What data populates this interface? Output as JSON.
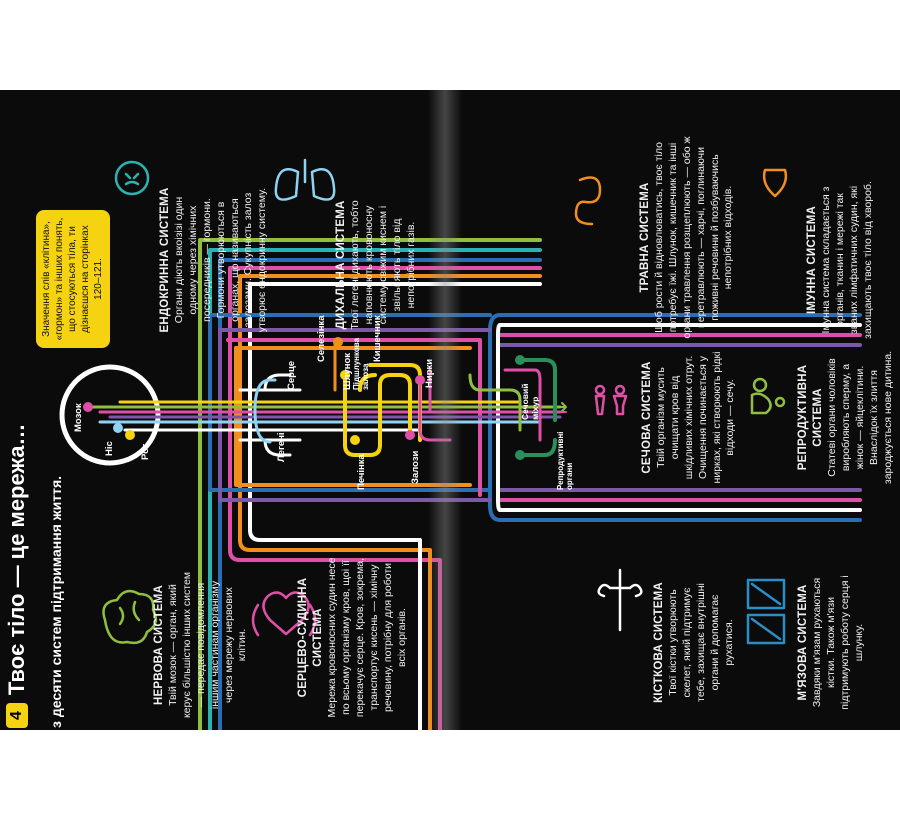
{
  "page_number": "4",
  "title": "Твоє тіло — це мережа…",
  "subtitle": "з десяти систем підтримання життя.",
  "note": "Значення слів «клітина», «гормон» та інших понять, що стосуються тіла, ти дізнаєшся на сторінках 120–121.",
  "systems": {
    "nervous": {
      "title": "НЕРВОВА СИСТЕМА",
      "text": "Твій мозок — орган, який керує більшістю інших систем — передає повідомлення іншим частинам організму через мережу нервових клітин."
    },
    "cardio": {
      "title": "СЕРЦЕВО-СУДИННА СИСТЕМА",
      "text": "Мережа кровоносних судин несе по всьому організму кров, щоі її перекачує серце. Кров, зокрема, транспортує кисень — хімічну речовину, потрібну для роботи всіх органів."
    },
    "endocrine": {
      "title": "ЕНДОКРИННА СИСТЕМА",
      "text": "Органи діють вкоізізі один одному через хімічних посередників — гормони. Гормони утворюються в органах, що називаються залозами. Сукупність залоз утворює ендокринну систему."
    },
    "respiratory": {
      "title": "ДИХАЛЬНА СИСТЕМА",
      "text": "Твої легені дихають, тобто наповнюють кровоносну систему свіжим киснем і звільняють тіло від непотрібних газів."
    },
    "digestive": {
      "title": "ТРАВНА СИСТЕМА",
      "text": "Щоб рости й відновлюватись, твоє тіло потребує їжі. Шлунок, кишечник та інші органи травлення розщеплюють — обо ж перетравлюють — харчі, поглинаючи поживні речовини й позбуваючись непотрібних відходів."
    },
    "immune": {
      "title": "ІМУННА СИСТЕМА",
      "text": "Імунна система складається з органів, тканин і мережі так званих лімфатичних судин, які захищають твоє тіло від хвороб."
    },
    "urinary": {
      "title": "СЕЧОВА СИСТЕМА",
      "text": "Твій організм мусить очищати кров від шкідливих хімічних отрут. Очищення починається у нирках, які створюють рідкі відходи — сечу."
    },
    "reproductive": {
      "title": "РЕПРОДУКТИВНА СИСТЕМА",
      "text": "Статеві органи чоловіків виробляють сперму, а жінок — яйцеклітини. Внаслідок їх злиття зароджується нове дитина."
    },
    "skeletal": {
      "title": "КІСТКОВА СИСТЕМА",
      "text": "Твої кістки утворюють скелет, який підтримує тебе, захищає внутрішні органи й допомагає рухатися."
    },
    "muscular": {
      "title": "М'ЯЗОВА СИСТЕМА",
      "text": "Завдяки м'язам рухаються кістки. Також м'язи підтримують роботу серця і шлунку."
    }
  },
  "organ_labels": {
    "brain": "Мозок",
    "nose": "Ніс",
    "mouth": "Рот",
    "lungs": "Легені",
    "heart": "Серце",
    "spleen": "Селезінка",
    "stomach": "Шлунок",
    "pancreas": "Підшлункова залоза",
    "intestine": "Кишечник",
    "kidneys": "Нирки",
    "liver": "Печінка",
    "glands": "Залози",
    "bladder": "Сечовий міхур",
    "reproductive": "Репродуктивні органи"
  },
  "colors": {
    "background": "#0b0b0c",
    "yellow": "#f5d311",
    "teal": "#2bb3b1",
    "pink": "#e04fa7",
    "purple": "#7c58a8",
    "lightblue": "#8fd3f2",
    "blue": "#2a6fb3",
    "green": "#8fbf3c",
    "orange": "#f28e1c",
    "red": "#e23b3b",
    "white": "#ffffff",
    "lavender": "#c7a6e8"
  },
  "icons": [
    "brain-icon",
    "heart-icon",
    "endocrine-face-icon",
    "lungs-icon",
    "stomach-icon",
    "shield-icon",
    "toilet-people-icon",
    "parents-icon",
    "bone-icon",
    "muscle-icon"
  ]
}
